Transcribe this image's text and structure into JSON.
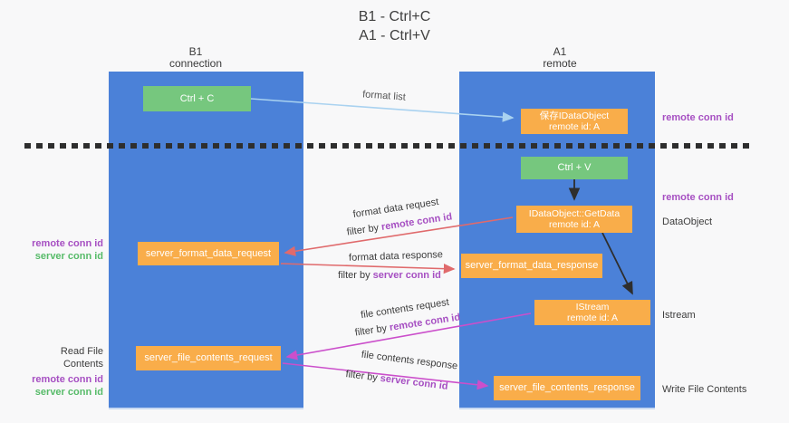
{
  "title": {
    "line1": "B1 - Ctrl+C",
    "line2": "A1 - Ctrl+V"
  },
  "columns": {
    "left": {
      "header_line1": "B1",
      "header_line2": "connection"
    },
    "right": {
      "header_line1": "A1",
      "header_line2": "remote"
    }
  },
  "boxes": {
    "ctrl_c": "Ctrl + C",
    "ctrl_v": "Ctrl + V",
    "save_idataobject": {
      "line1": "保存IDataObject",
      "line2": "remote id: A"
    },
    "getdata": {
      "line1": "IDataObject::GetData",
      "line2": "remote id: A"
    },
    "istream": {
      "line1": "IStream",
      "line2": "remote id: A"
    },
    "server_format_data_request": "server_format_data_request",
    "server_format_data_response": "server_format_data_response",
    "server_file_contents_request": "server_file_contents_request",
    "server_file_contents_response": "server_file_contents_response"
  },
  "arrows": {
    "format_list": "format list",
    "format_data_request": {
      "label": "format data request",
      "filter_prefix": "filter by ",
      "filter_key": "remote conn id"
    },
    "format_data_response": {
      "label": "format data response",
      "filter_prefix": "filter by ",
      "filter_key": "server conn id"
    },
    "file_contents_request": {
      "label": "file contents request",
      "filter_prefix": "filter by ",
      "filter_key": "remote conn id"
    },
    "file_contents_response": {
      "label": "file contents response",
      "filter_prefix": "filter by ",
      "filter_key": "server conn id"
    }
  },
  "side_labels": {
    "left_mid": {
      "remote": "remote conn id",
      "server": "server conn id"
    },
    "left_bottom": {
      "title": "Read File Contents",
      "remote": "remote conn id",
      "server": "server conn id"
    },
    "right_top": "remote conn id",
    "right_mid": {
      "remote": "remote conn id",
      "dataobject": "DataObject"
    },
    "right_istream": "Istream",
    "right_bottom": "Write File Contents"
  },
  "colors": {
    "column_blue": "#4b81d8",
    "box_green": "#76c77e",
    "box_orange": "#f9ad4a",
    "arrow_lightblue": "#a9d2f0",
    "arrow_black": "#2e2e2e",
    "arrow_red": "#e06a6c",
    "arrow_magenta": "#cb4fcb",
    "label_purple": "#a64fc2",
    "label_green": "#57bb69"
  }
}
